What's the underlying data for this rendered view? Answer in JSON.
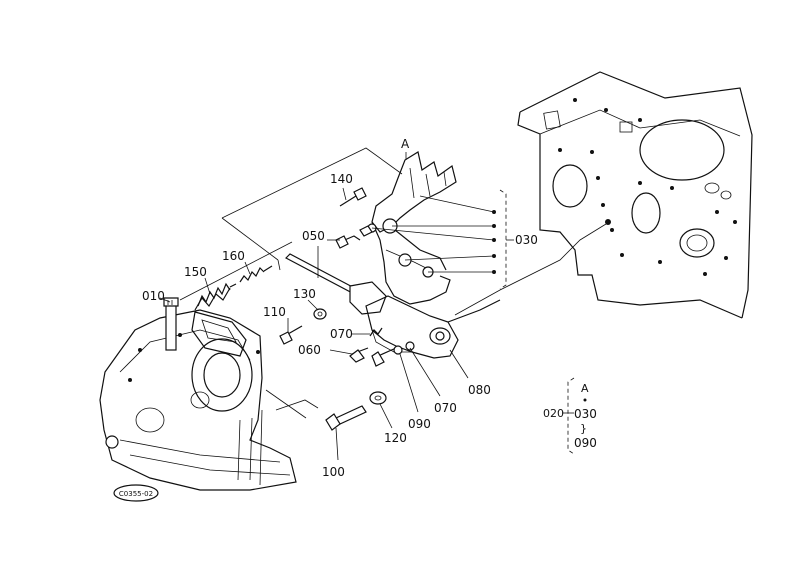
{
  "callouts": [
    {
      "id": "p010",
      "text": "010"
    },
    {
      "id": "p030",
      "text": "030"
    },
    {
      "id": "p050",
      "text": "050"
    },
    {
      "id": "p060",
      "text": "060"
    },
    {
      "id": "p070a",
      "text": "070"
    },
    {
      "id": "p070b",
      "text": "070"
    },
    {
      "id": "p080",
      "text": "080"
    },
    {
      "id": "p090",
      "text": "090"
    },
    {
      "id": "p100",
      "text": "100"
    },
    {
      "id": "p110",
      "text": "110"
    },
    {
      "id": "p120",
      "text": "120"
    },
    {
      "id": "p130",
      "text": "130"
    },
    {
      "id": "p140",
      "text": "140"
    },
    {
      "id": "p150",
      "text": "150"
    },
    {
      "id": "p160",
      "text": "160"
    }
  ],
  "view_marker": "A",
  "legend": {
    "marker": "A",
    "prefix": "020",
    "from": "030",
    "range_symbol": "}",
    "to": "090"
  },
  "drawing_code": "C0355-02"
}
